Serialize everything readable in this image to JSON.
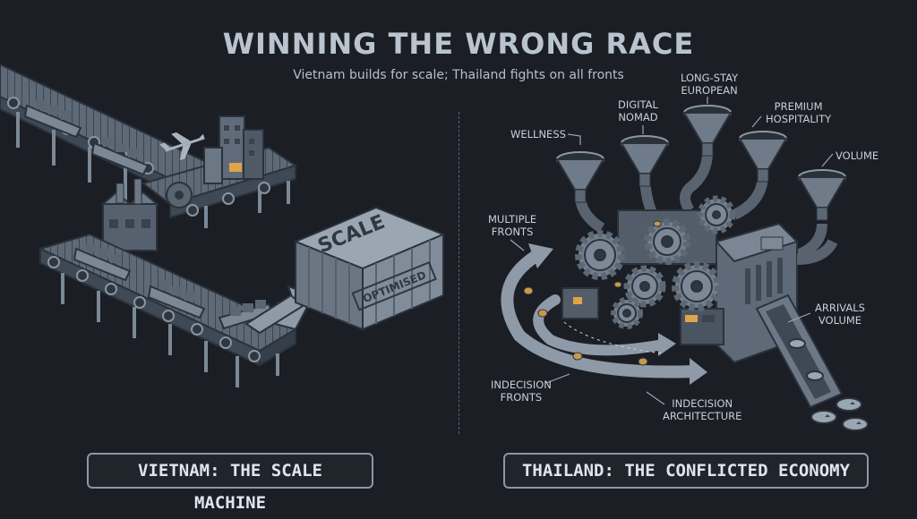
{
  "title": "WINNING THE WRONG RACE",
  "subtitle": "Vietnam builds for scale; Thailand fights on all fronts",
  "left_panel": {
    "container_text_1": "SCALE",
    "container_text_2": "OPTIMISED",
    "label": "VIETNAM: THE SCALE MACHINE"
  },
  "right_panel": {
    "callouts": {
      "wellness": "WELLNESS",
      "digital_nomad": "DIGITAL\nNOMAD",
      "long_stay": "LONG-STAY\nEUROPEAN",
      "premium": "PREMIUM\nHOSPITALITY",
      "volume": "VOLUME",
      "multiple_fronts": "MULTIPLE\nFRONTS",
      "arrivals_volume": "ARRIVALS\nVOLUME",
      "indecision_fronts": "INDECISION\nFRONTS",
      "indecision_architecture": "INDECISION\nARCHITECTURE"
    },
    "label": "THAILAND: THE CONFLICTED ECONOMY"
  },
  "colors": {
    "background": "#1b1e24",
    "metal": "#6f7c8a",
    "metal_dark": "#465260",
    "accent_gold": "#c59b4a",
    "screen_orange": "#e0a34a"
  },
  "icons": [
    "airplane-icon",
    "factory-icon",
    "cargo-ship-icon",
    "gear-icon",
    "funnel-icon",
    "coin-icon"
  ]
}
